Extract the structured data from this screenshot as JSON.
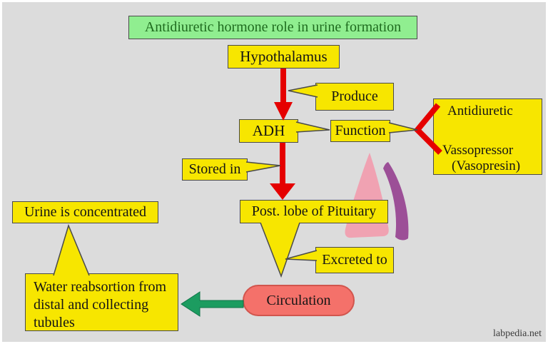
{
  "title": {
    "text": "Antidiuretic hormone role in urine formation"
  },
  "nodes": {
    "hypothalamus": "Hypothalamus",
    "produce": "Produce",
    "adh": "ADH",
    "function": "Function",
    "antidiuretic": {
      "line1": "Antidiuretic",
      "line2": "Vassopressor",
      "line3": "(Vasopresin)"
    },
    "stored_in": "Stored in",
    "post_lobe": "Post. lobe of Pituitary",
    "excreted_to": "Excreted to",
    "circulation": "Circulation",
    "urine": "Urine is concentrated",
    "water": {
      "line1": "Water reabsortion from",
      "line2": "distal and collecting",
      "line3": "tubules"
    }
  },
  "icons": {
    "red_arrow_1": "red-arrow-down",
    "red_arrow_2": "red-arrow-down",
    "red_bracket": "red-chevron-bracket",
    "green_arrow": "green-arrow-left",
    "pituitary_gland": "pituitary-gland-illustration"
  },
  "colors": {
    "background": "#DCDCDC",
    "node_yellow": "#F7E600",
    "title_green_fill": "#90EE90",
    "title_green_text": "#1E6B1E",
    "arrow_red": "#E50000",
    "circulation_fill": "#F4716A",
    "circulation_border": "#D1554D",
    "arrow_green": "#1C9C60",
    "pituitary_pink": "#F0A2B2",
    "pituitary_purple": "#9C4F97",
    "border_dark": "#4a4a4a"
  },
  "watermark": {
    "text": "labpedia.net"
  }
}
